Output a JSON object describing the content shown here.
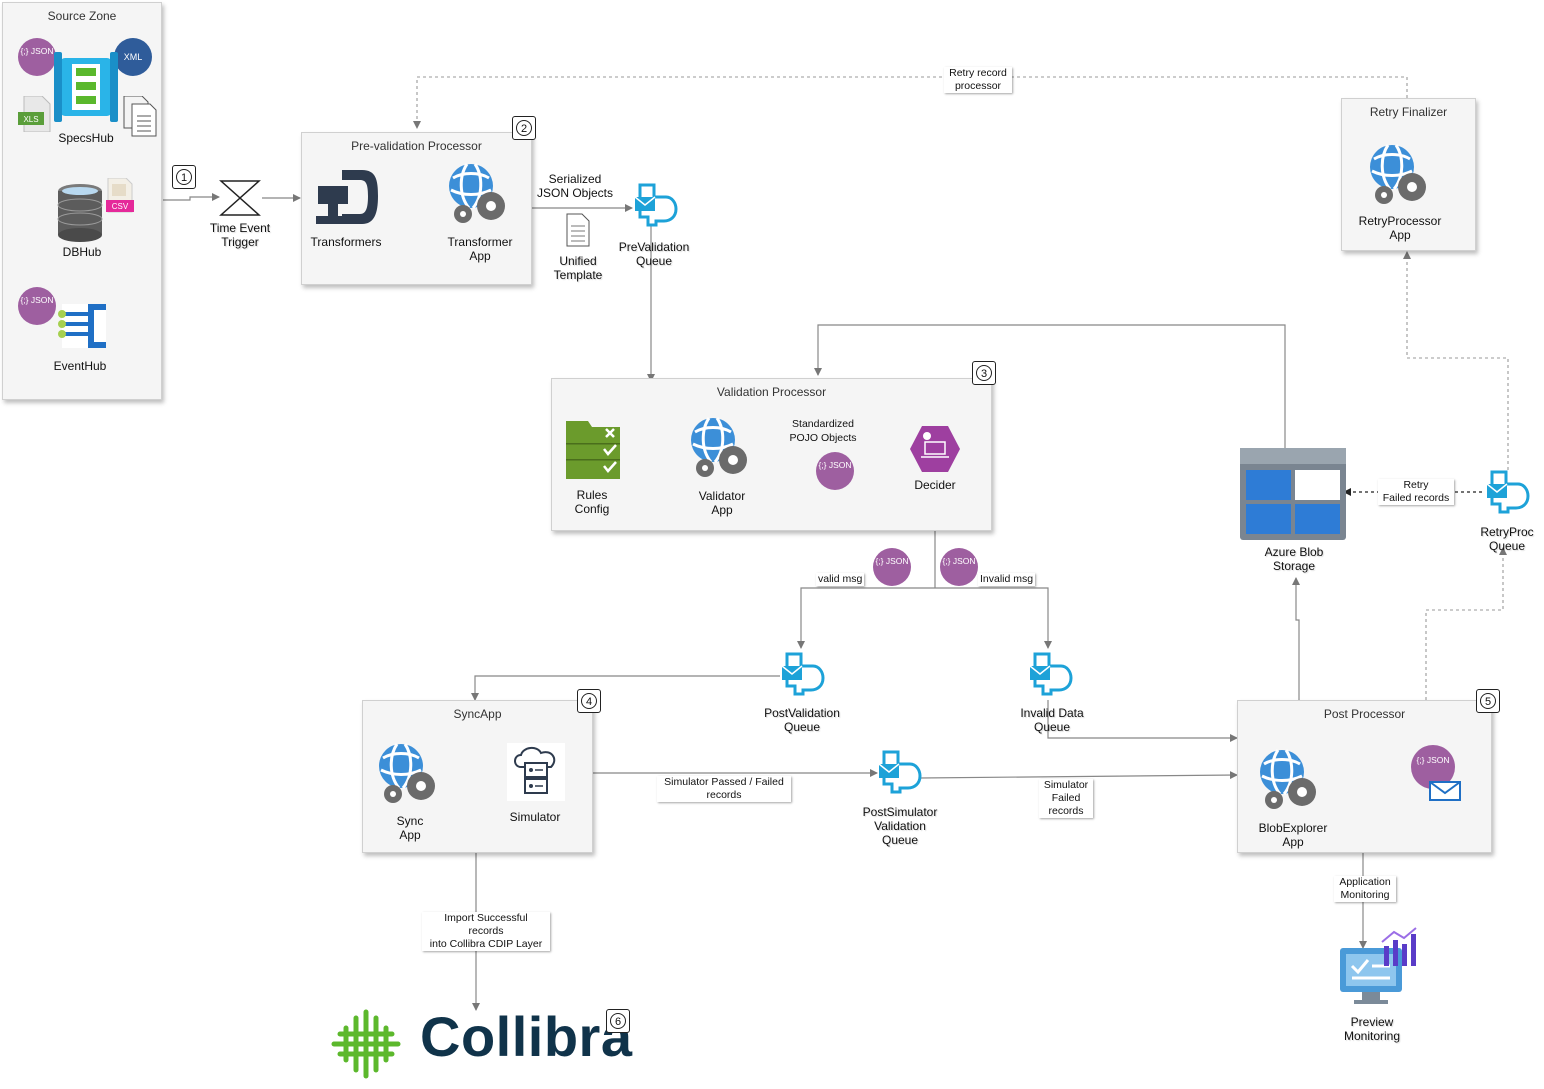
{
  "colors": {
    "box_bg": "#f5f5f5",
    "queue_blue": "#1da2d8",
    "json_purple": "#9e5fa0",
    "azure_blue": "#2e7cd6",
    "globe_blue": "#3c8fd8",
    "collibra_green": "#5cb82c",
    "collibra_navy": "#10334a",
    "edge_gray": "#888888"
  },
  "source_zone": {
    "title": "Source Zone",
    "specs_label": "SpecsHub",
    "db_label": "DBHub",
    "event_label": "EventHub",
    "json_text": "{;}\nJSON",
    "xml_text": "XML",
    "xls_text": "XLS",
    "csv_text": "CSV"
  },
  "trigger": {
    "label": "Time Event\nTrigger",
    "badge": "1"
  },
  "prevalidation": {
    "title": "Pre-validation Processor",
    "badge": "2",
    "transformers_label": "Transformers",
    "app_label": "Transformer\nApp"
  },
  "prevalidation_queue": {
    "label": "PreValidation\nQueue"
  },
  "unified_template": {
    "label": "Unified\nTemplate"
  },
  "validation": {
    "title": "Validation Processor",
    "badge": "3",
    "rules_label": "Rules\nConfig",
    "app_label": "Validator\nApp",
    "decider_label": "Decider"
  },
  "sync": {
    "title": "SyncApp",
    "badge": "4",
    "app_label": "Sync\nApp",
    "simulator_label": "Simulator"
  },
  "post": {
    "title": "Post Processor",
    "badge": "5",
    "app_label": "BlobExplorer\nApp"
  },
  "retry_finalizer": {
    "title": "Retry Finalizer",
    "app_label": "RetryProcessor\nApp"
  },
  "queues": {
    "post_validation": "PostValidation\nQueue",
    "invalid_data": "Invalid Data\nQueue",
    "post_simulator": "PostSimulator\nValidation\nQueue",
    "retry_proc": "RetryProc\nQueue"
  },
  "blob_storage": {
    "label": "Azure Blob\nStorage"
  },
  "preview_monitoring": {
    "label": "Preview\nMonitoring"
  },
  "collibra": {
    "word": "Collibra",
    "badge": "6"
  },
  "edges": {
    "serialized": "Serialized\nJSON Objects",
    "standardized": "Standardized\nPOJO Objects",
    "valid_msg": "valid msg",
    "invalid_msg": "Invalid msg",
    "sim_passed": "Simulator Passed / Failed\nrecords",
    "sim_failed": "Simulator\nFailed\nrecords",
    "import": "Import Successful\nrecords\ninto Collibra CDIP Layer",
    "app_monitoring": "Application\nMonitoring",
    "retry_failed": "Retry\nFailed records",
    "retry_processor": "Retry record\nprocessor"
  }
}
